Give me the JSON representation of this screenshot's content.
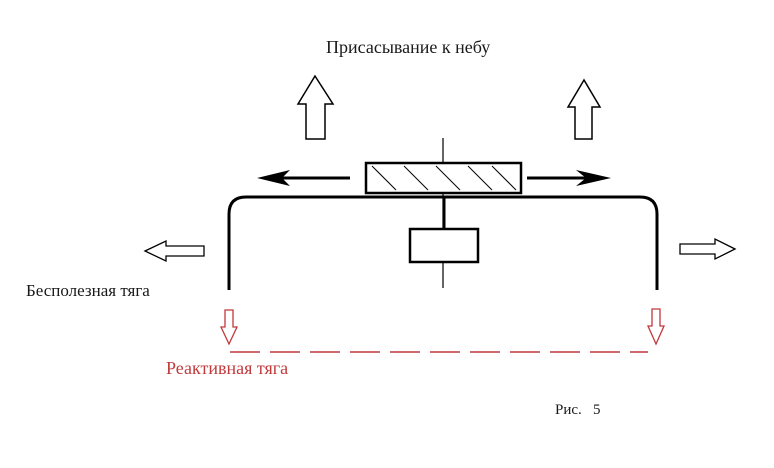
{
  "labels": {
    "top": "Присасывание к небу",
    "left": "Бесполезная тяга",
    "reactive": "Реактивная тяга",
    "figure": "Рис.   5"
  },
  "colors": {
    "stroke": "#000000",
    "reactive": "#c0393b",
    "hatch_fill": "#ffffff"
  }
}
